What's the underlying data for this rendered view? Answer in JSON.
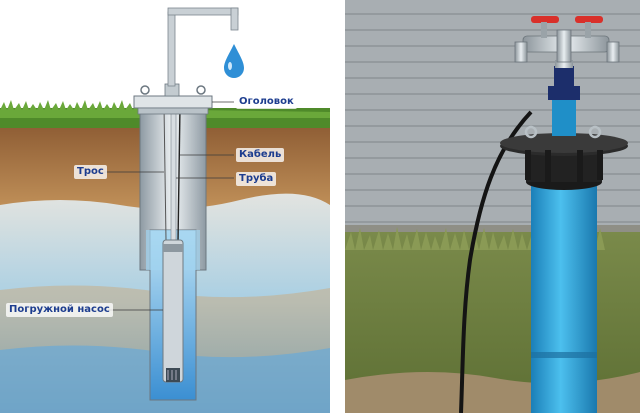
{
  "labels": {
    "head": "Оголовок",
    "cable": "Кабель",
    "rope": "Трос",
    "pipe": "Труба",
    "pump": "Погружной насос"
  },
  "colors": {
    "label_text": "#1d3d8f",
    "pipe_blue": "#2ea3dc",
    "grass": "#4f8a2a",
    "soil": "#b8895a",
    "water": "#4aa3d9",
    "valve_red": "#d9302a",
    "siding": "#9ea4a8"
  },
  "icons": [
    "water-drop-icon",
    "faucet-icon",
    "valve-handle-icon"
  ]
}
